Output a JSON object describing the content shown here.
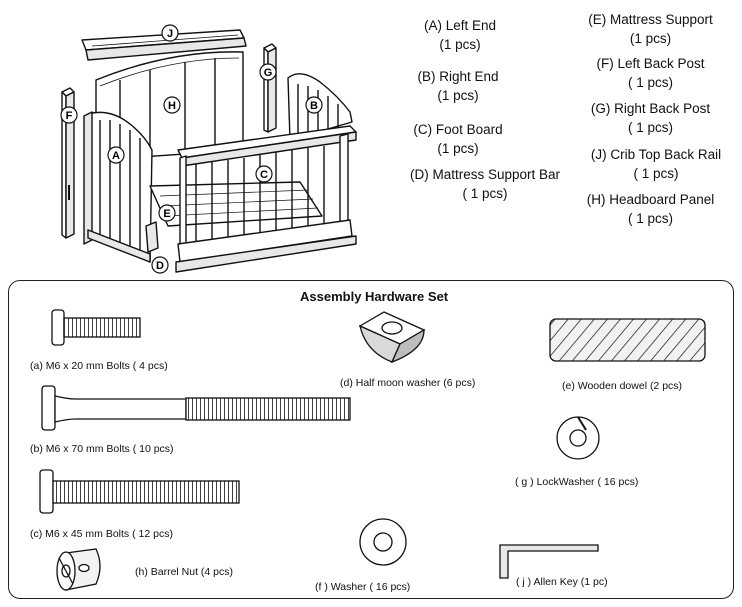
{
  "parts": [
    {
      "name": "(A) Left End",
      "qty": "(1 pcs)"
    },
    {
      "name": "(B) Right End",
      "qty": "(1 pcs)"
    },
    {
      "name": "(C) Foot Board",
      "qty": "(1 pcs)"
    },
    {
      "name": "(D) Mattress Support Bar",
      "qty": "( 1 pcs)"
    },
    {
      "name": "(E) Mattress Support",
      "qty": "(1 pcs)"
    },
    {
      "name": "(F) Left Back Post",
      "qty": "( 1 pcs)"
    },
    {
      "name": "(G) Right Back Post",
      "qty": "( 1 pcs)"
    },
    {
      "name": "(J) Crib Top Back Rail",
      "qty": "( 1 pcs)"
    },
    {
      "name": "(H) Headboard Panel",
      "qty": "( 1 pcs)"
    }
  ],
  "callouts": [
    "J",
    "F",
    "G",
    "H",
    "B",
    "A",
    "C",
    "E",
    "D"
  ],
  "hardware": {
    "title": "Assembly  Hardware Set",
    "items": [
      {
        "label": "(a) M6 x 20 mm Bolts ( 4 pcs)"
      },
      {
        "label": "(b) M6 x 70 mm Bolts ( 10 pcs)"
      },
      {
        "label": "(c) M6 x 45 mm Bolts ( 12 pcs)"
      },
      {
        "label": "(h) Barrel Nut (4 pcs)"
      },
      {
        "label": "(d) Half moon washer (6 pcs)"
      },
      {
        "label": "(f )  Washer ( 16 pcs)"
      },
      {
        "label": "(e) Wooden  dowel (2 pcs)"
      },
      {
        "label": "( g ) LockWasher ( 16 pcs)"
      },
      {
        "label": "( j ) Allen Key (1 pc)"
      }
    ]
  }
}
